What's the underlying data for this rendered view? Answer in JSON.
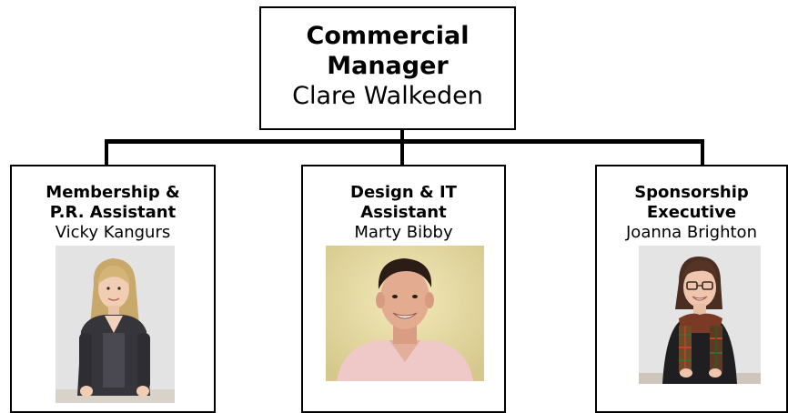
{
  "chart": {
    "manager": {
      "title_line1": "Commercial",
      "title_line2": "Manager",
      "name": "Clare Walkeden"
    },
    "staff": [
      {
        "title_line1": "Membership &",
        "title_line2": "P.R. Assistant",
        "name": "Vicky Kangurs"
      },
      {
        "title_line1": "Design & IT",
        "title_line2": "Assistant",
        "name": "Marty Bibby"
      },
      {
        "title_line1": "Sponsorship",
        "title_line2": "Executive",
        "name": "Joanna Brighton"
      }
    ]
  }
}
